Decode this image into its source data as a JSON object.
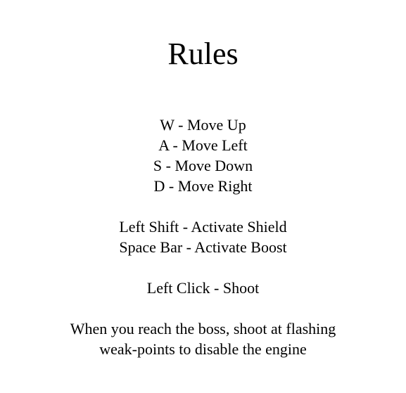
{
  "title": "Rules",
  "controls": {
    "move_up": "W - Move Up",
    "move_left": "A - Move Left",
    "move_down": "S - Move Down",
    "move_right": "D - Move Right",
    "shield": "Left Shift - Activate Shield",
    "boost": "Space Bar - Activate Boost",
    "shoot": "Left Click - Shoot"
  },
  "boss_tip": {
    "line1": "When you reach the boss, shoot at flashing",
    "line2": "weak-points to disable the engine"
  }
}
